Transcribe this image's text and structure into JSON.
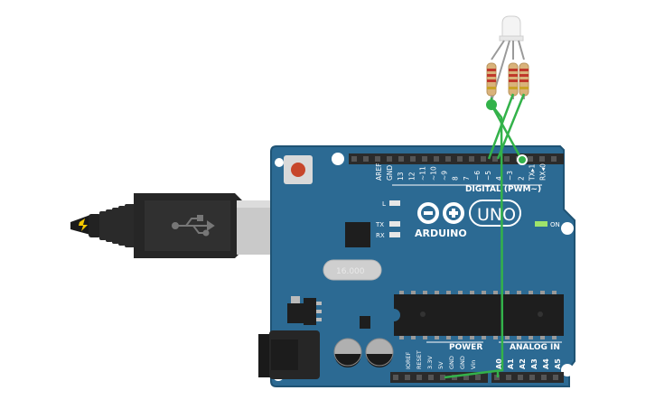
{
  "board": {
    "brand": "ARDUINO",
    "model": "UNO",
    "on_label": "ON",
    "digital_label": "DIGITAL (PWM~)",
    "power_label": "POWER",
    "analog_label": "ANALOG IN",
    "led_labels": {
      "l": "L",
      "tx": "TX",
      "rx": "RX"
    },
    "crystal_label": "16.000",
    "digital_pins": [
      "AREF",
      "GND",
      "13",
      "12",
      "~11",
      "~10",
      "~9",
      "8",
      "7",
      "~6",
      "~5",
      "4",
      "~3",
      "2",
      "TX▸1",
      "RX◂0"
    ],
    "power_pins": [
      "IOREF",
      "RESET",
      "3.3V",
      "5V",
      "GND",
      "GND",
      "Vin"
    ],
    "analog_pins": [
      "A0",
      "A1",
      "A2",
      "A3",
      "A4",
      "A5"
    ]
  },
  "colors": {
    "board": "#2c6a93",
    "board_edge": "#1f5374",
    "wire": "#33b24a",
    "header": "#2b2b2b",
    "usb_metal": "#c8c8c8",
    "led_green": "#9fe36b"
  }
}
